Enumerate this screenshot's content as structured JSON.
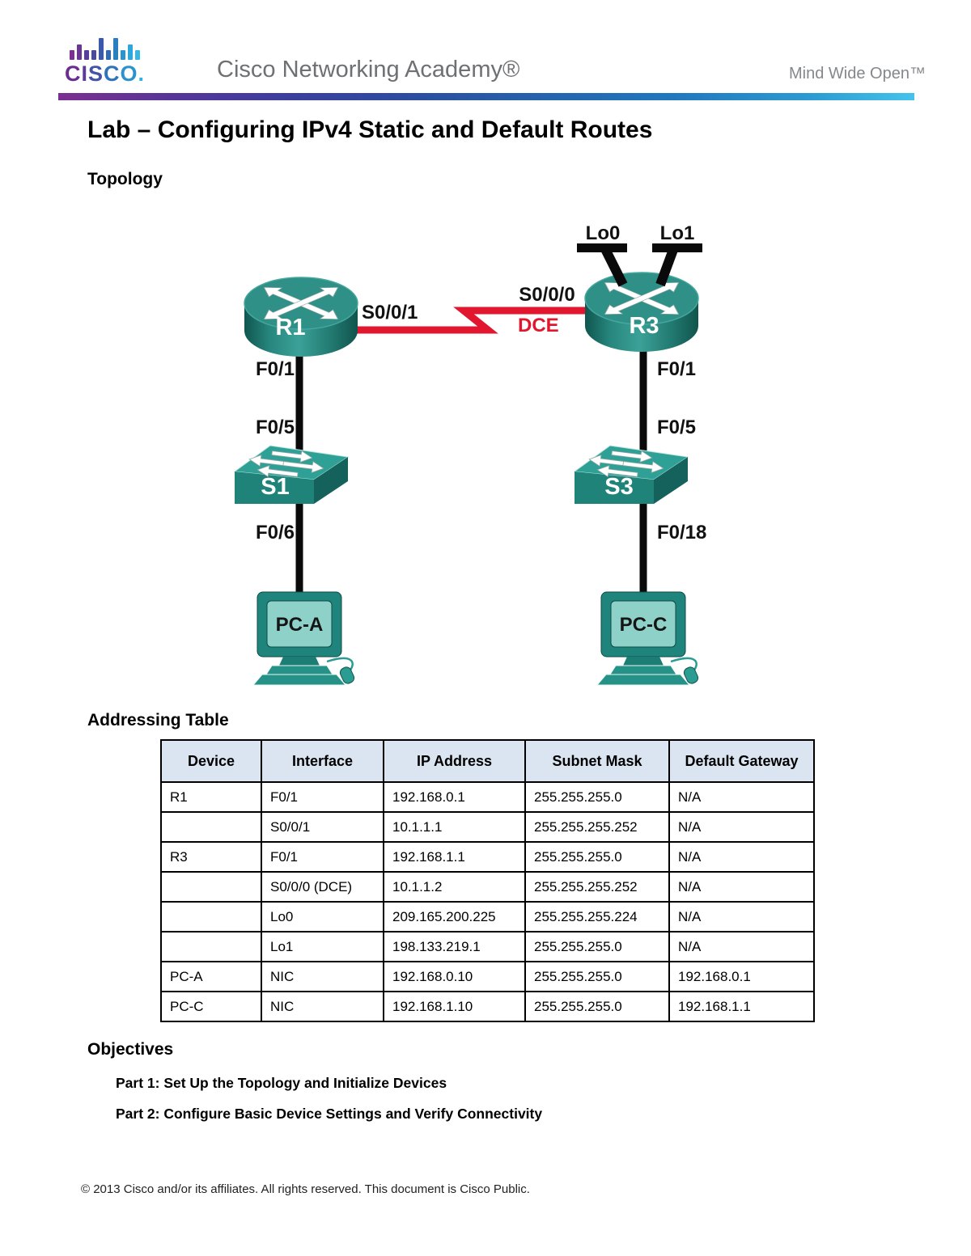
{
  "header": {
    "logo_letters": [
      "C",
      "I",
      "S",
      "C",
      "O",
      "."
    ],
    "brand": "Cisco Networking Academy®",
    "tagline": "Mind Wide Open™"
  },
  "title": "Lab – Configuring IPv4 Static and Default Routes",
  "sections": {
    "topology_heading": "Topology",
    "addressing_heading": "Addressing Table",
    "objectives_heading": "Objectives"
  },
  "topology": {
    "devices": {
      "r1": "R1",
      "r3": "R3",
      "s1": "S1",
      "s3": "S3",
      "pca": "PC-A",
      "pcc": "PC-C"
    },
    "labels": {
      "lo0": "Lo0",
      "lo1": "Lo1",
      "s001": "S0/0/1",
      "s000": "S0/0/0",
      "dce": "DCE",
      "r1_f01": "F0/1",
      "s1_f05": "F0/5",
      "s1_f06": "F0/6",
      "r3_f01": "F0/1",
      "s3_f05": "F0/5",
      "s3_f018": "F0/18"
    }
  },
  "table": {
    "headers": [
      "Device",
      "Interface",
      "IP Address",
      "Subnet Mask",
      "Default Gateway"
    ],
    "rows": [
      [
        "R1",
        "F0/1",
        "192.168.0.1",
        "255.255.255.0",
        "N/A"
      ],
      [
        "",
        "S0/0/1",
        "10.1.1.1",
        "255.255.255.252",
        "N/A"
      ],
      [
        "R3",
        "F0/1",
        "192.168.1.1",
        "255.255.255.0",
        "N/A"
      ],
      [
        "",
        "S0/0/0 (DCE)",
        "10.1.1.2",
        "255.255.255.252",
        "N/A"
      ],
      [
        "",
        "Lo0",
        "209.165.200.225",
        "255.255.255.224",
        "N/A"
      ],
      [
        "",
        "Lo1",
        "198.133.219.1",
        "255.255.255.0",
        "N/A"
      ],
      [
        "PC-A",
        "NIC",
        "192.168.0.10",
        "255.255.255.0",
        "192.168.0.1"
      ],
      [
        "PC-C",
        "NIC",
        "192.168.1.10",
        "255.255.255.0",
        "192.168.1.1"
      ]
    ]
  },
  "objectives": {
    "parts": [
      "Part 1: Set Up the Topology and Initialize Devices",
      "Part 2: Configure Basic Device Settings and Verify Connectivity"
    ]
  },
  "footer": {
    "text": "© 2013 Cisco and/or its affiliates. All rights reserved. This document is Cisco Public."
  },
  "colors": {
    "device_teal": "#1f837a",
    "device_teal_light": "#8ed1c8",
    "serial_cable_red": "#e0172f",
    "table_header_bg": "#dbe5f1",
    "header_gradient": [
      "#7b2f90",
      "#2b4ea0",
      "#45c3ec"
    ]
  }
}
